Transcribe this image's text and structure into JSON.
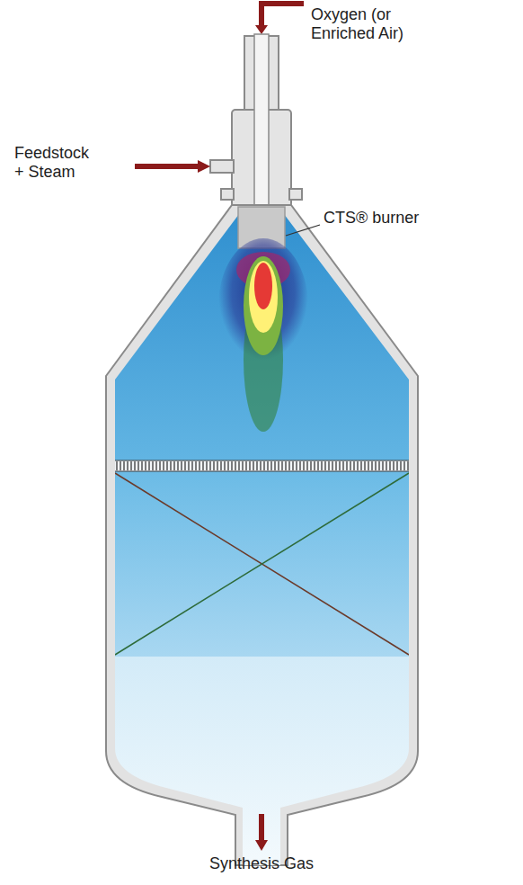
{
  "diagram": {
    "labels": [
      "Oxygen (or Enriched Air)",
      "Feedstock + Steam",
      "CTS® burner",
      "Synthesis Gas"
    ]
  }
}
